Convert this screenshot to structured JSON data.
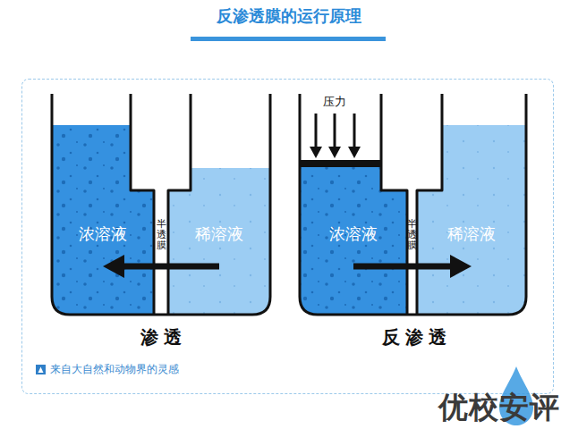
{
  "diagram": {
    "title": "反渗透膜的运行原理",
    "caption": "来自大自然和动物界的灵感",
    "nodes": [
      {
        "text": [
          "渗透"
        ]
      },
      {
        "text": [
          "浓溶液"
        ],
        "in": 0
      },
      {
        "text": [
          "半透膜"
        ],
        "in": 0
      },
      {
        "text": [
          "稀溶液"
        ],
        "in": 0
      },
      {
        "text": [
          "反渗透"
        ]
      },
      {
        "text": [
          "浓溶液"
        ],
        "in": 4
      },
      {
        "text": [
          "半透膜"
        ],
        "in": 4
      },
      {
        "text": [
          "稀溶液"
        ],
        "in": 4
      }
    ],
    "edges": [
      {
        "from": 3,
        "to": 1,
        "arrow": "to"
      },
      {
        "from": 5,
        "to": 7,
        "arrow": "to"
      }
    ],
    "labels": [
      "压力",
      "优校安评"
    ]
  }
}
